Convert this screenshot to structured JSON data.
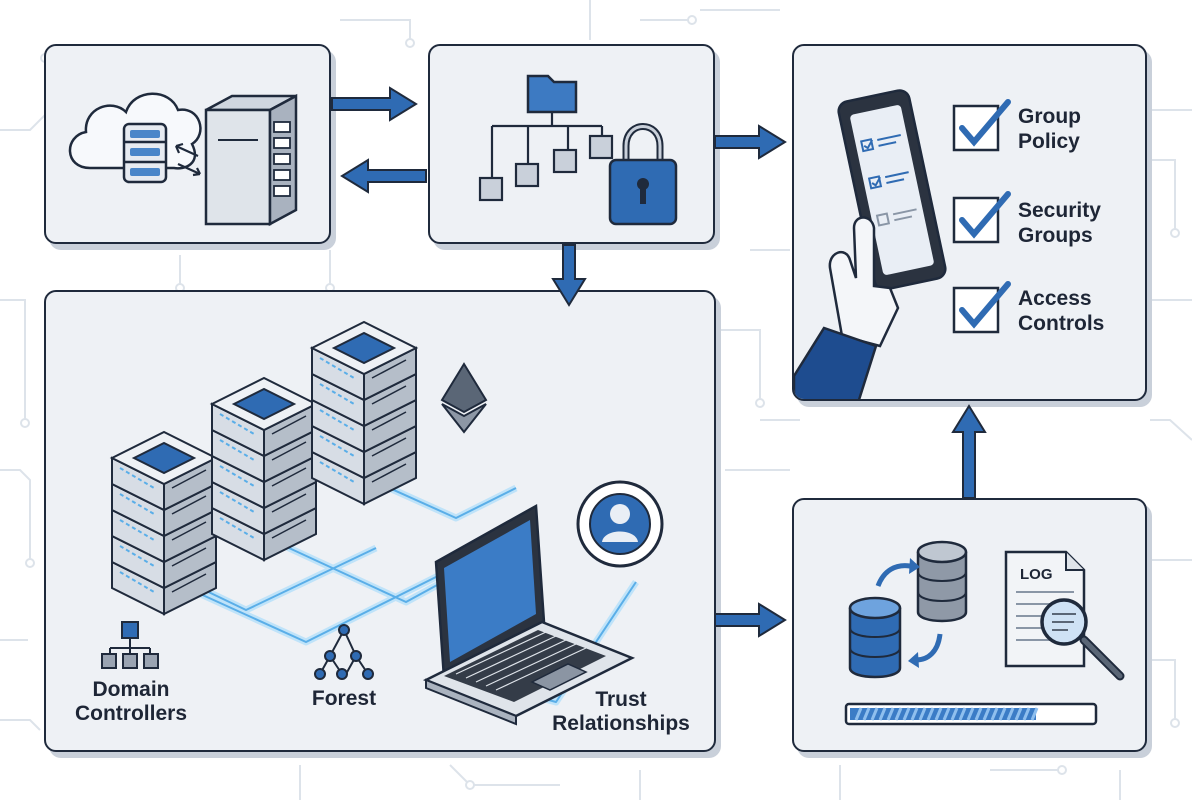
{
  "colors": {
    "accent": "#2f6bb3",
    "accent_light": "#5b9be0",
    "outline": "#1f2a3c",
    "panel_bg": "#eef1f5",
    "glow": "#7cc3f2"
  },
  "panels": {
    "infrastructure": {
      "icons": [
        "cloud-icon",
        "database-icon",
        "server-rack-icon",
        "sync-arrows-icon"
      ]
    },
    "directory": {
      "icons": [
        "folder-icon",
        "org-tree-icon",
        "padlock-icon"
      ]
    },
    "policies": {
      "icons": [
        "tablet-checklist-icon",
        "hand-icon"
      ],
      "items": [
        {
          "line1": "Group",
          "line2": "Policy"
        },
        {
          "line1": "Security",
          "line2": "Groups"
        },
        {
          "line1": "Access",
          "line2": "Controls"
        }
      ]
    },
    "network": {
      "icons": [
        "server-stack-icon",
        "laptop-icon",
        "user-avatar-icon",
        "ethereum-diamond-icon",
        "hierarchy-icon",
        "forest-graph-icon"
      ],
      "captions": {
        "domain_controllers": {
          "line1": "Domain",
          "line2": "Controllers"
        },
        "forest": "Forest",
        "trust": {
          "line1": "Trust",
          "line2": "Relationships"
        }
      }
    },
    "backup": {
      "log_label": "LOG",
      "progress": 0.77,
      "icons": [
        "database-sync-icon",
        "log-document-icon",
        "magnifier-icon",
        "progress-bar"
      ]
    }
  }
}
